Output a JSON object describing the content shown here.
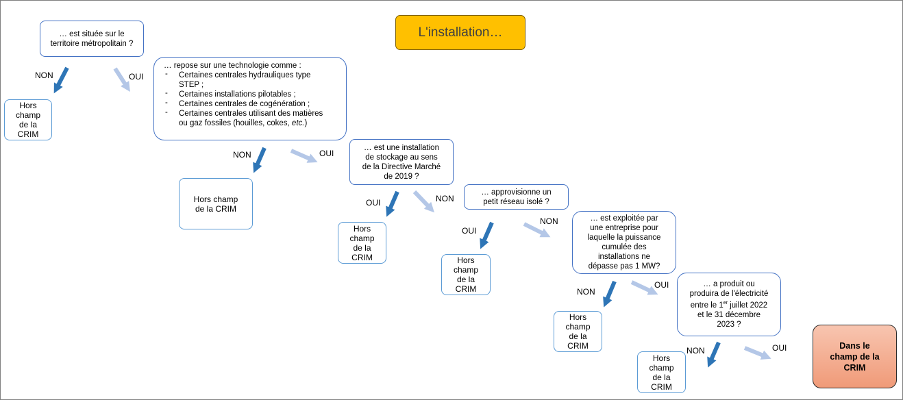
{
  "title": "L'installation…",
  "q1": {
    "line1": "… est située sur le",
    "line2": "territoire métropolitain ?"
  },
  "q2": {
    "intro": "… repose sur une technologie comme :",
    "items": [
      {
        "line1": "Certaines centrales hydrauliques type",
        "line2": "STEP ;"
      },
      {
        "line1": "Certaines installations pilotables ;"
      },
      {
        "line1": "Certaines centrales de cogénération ;"
      },
      {
        "line1": "Certaines centrales utilisant des matières",
        "line2a": "ou gaz fossiles (houilles, cokes, ",
        "line2b": "etc.",
        "line2c": ")"
      }
    ]
  },
  "q3": {
    "lines": [
      "… est une installation",
      "de stockage au sens",
      "de la Directive Marché",
      "de 2019 ?"
    ]
  },
  "q4": {
    "lines": [
      "… approvisionne un",
      "petit réseau isolé ?"
    ]
  },
  "q5": {
    "lines": [
      "… est exploitée par",
      "une entreprise pour",
      "laquelle la puissance",
      "cumulée des",
      "installations ne",
      "dépasse pas 1 MW?"
    ]
  },
  "q6": {
    "lines": [
      "… a produit ou",
      "produira de l'électricité"
    ],
    "line3a": "entre le 1",
    "line3sup": "er",
    "line3b": " juillet 2022",
    "lines_after": [
      "et le 31 décembre",
      "2023 ?"
    ]
  },
  "out_narrow_lines": [
    "Hors",
    "champ",
    "de la",
    "CRIM"
  ],
  "out_wide_lines": [
    "Hors champ",
    "de la CRIM"
  ],
  "final_lines": [
    "Dans le",
    "champ de la",
    "CRIM"
  ],
  "labels": {
    "non": "NON",
    "oui": "OUI"
  },
  "colors": {
    "title_fill": "#ffc000",
    "box_border": "#4472c4",
    "arrow_dark": "#2e75b6",
    "arrow_light": "#b4c7e7",
    "final_fill": "#f4b183"
  }
}
